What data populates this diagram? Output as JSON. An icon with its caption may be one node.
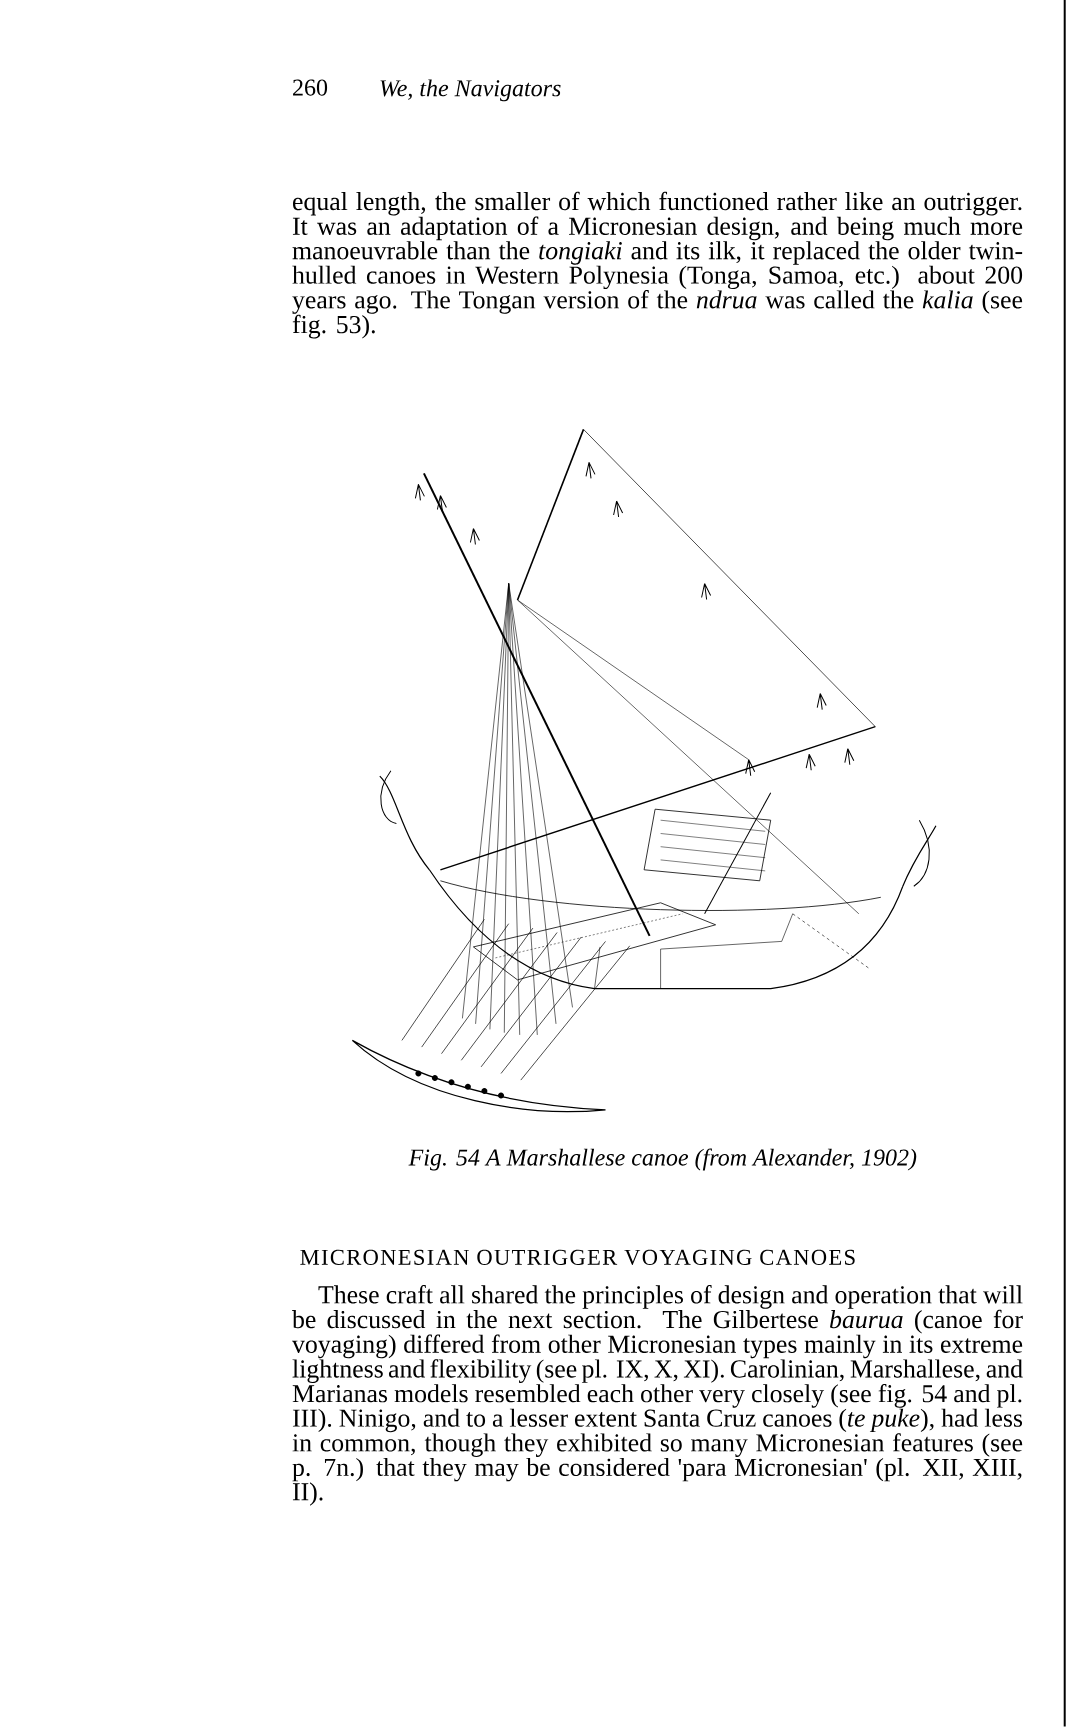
{
  "diagram": {
    "caption": "Fig. 54 A Marshallese canoe (from Alexander, 1902)",
    "labels": [
      "260",
      "We, the Navigators",
      "equal length, the smaller of which functioned rather like an outrigger. It was an adaptation of a Micronesian design, and being much more manoeuvrable than the *tongiaki* and its ilk, it replaced the older twin-hulled canoes in Western Polynesia (Tonga, Samoa, etc.) about 200 years ago. The Tongan version of the *ndrua* was called the *kalia* (see fig. 53).",
      "MICRONESIAN OUTRIGGER VOYAGING CANOES",
      "These craft all shared the principles of design and operation that will be discussed in the next section. The Gilbertese *baurua* (canoe for voyaging) differed from other Micronesian types mainly in its extreme lightness and flexibility (see pl. IX, X, XI). Carolinian, Marshallese, and Marianas models resembled each other very closely (see fig. 54 and pl. III). Ninigo, and to a lesser extent Santa Cruz canoes (*te puke*), had less in common, though they exhibited so many Micronesian features (see p. 7n.) that they may be considered 'para Micronesian' (pl. XII, XIII, II)."
    ]
  }
}
